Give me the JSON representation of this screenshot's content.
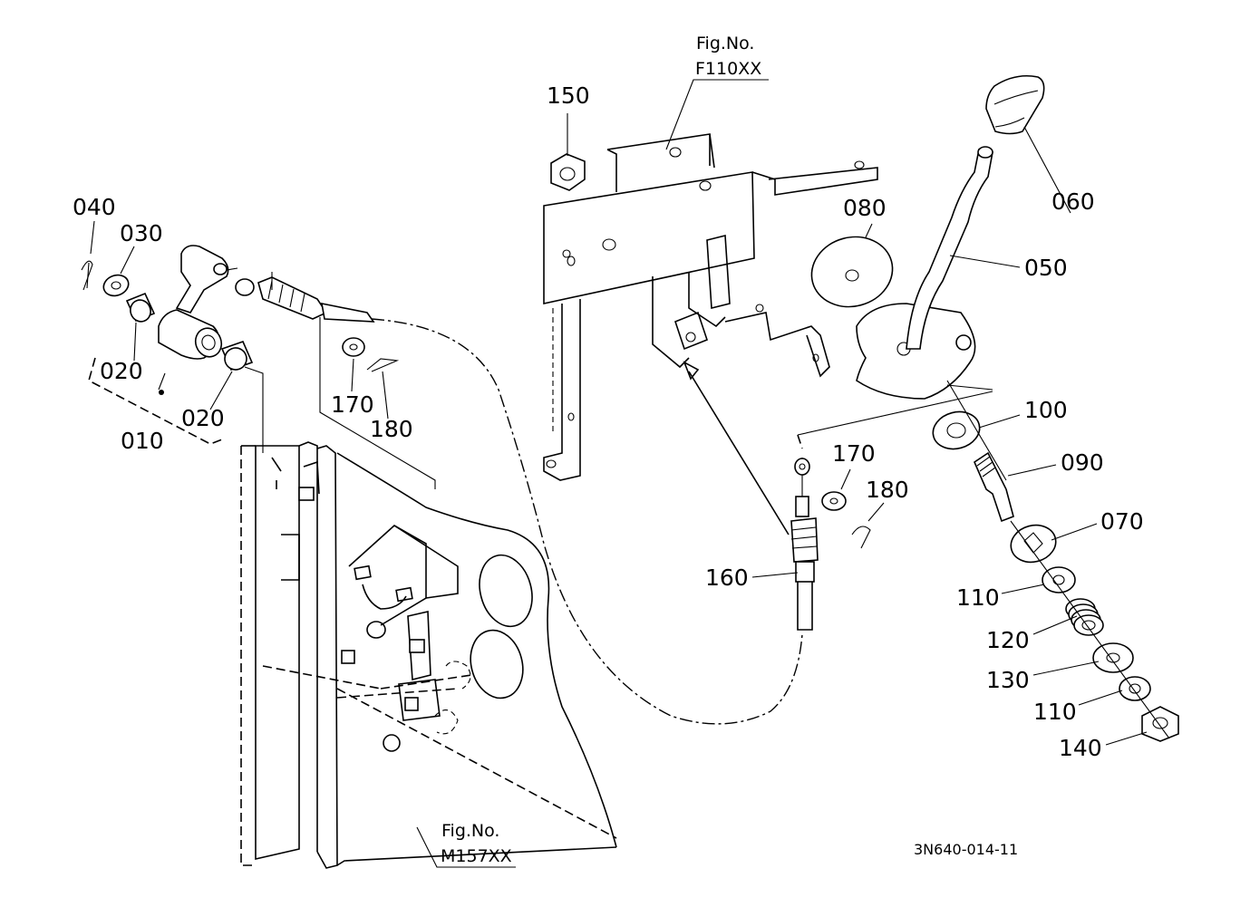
{
  "figure_refs": {
    "top": {
      "line1": "Fig.No.",
      "line2": "F110XX"
    },
    "bottom": {
      "line1": "Fig.No.",
      "line2": "M157XX"
    }
  },
  "parts": {
    "p010": "010",
    "p020a": "020",
    "p020b": "020",
    "p030": "030",
    "p040": "040",
    "p050": "050",
    "p060": "060",
    "p070": "070",
    "p080": "080",
    "p090": "090",
    "p100": "100",
    "p110a": "110",
    "p110b": "110",
    "p120": "120",
    "p130": "130",
    "p140": "140",
    "p150": "150",
    "p160": "160",
    "p170a": "170",
    "p170b": "170",
    "p180a": "180",
    "p180b": "180"
  },
  "document_id": "3N640-014-11"
}
